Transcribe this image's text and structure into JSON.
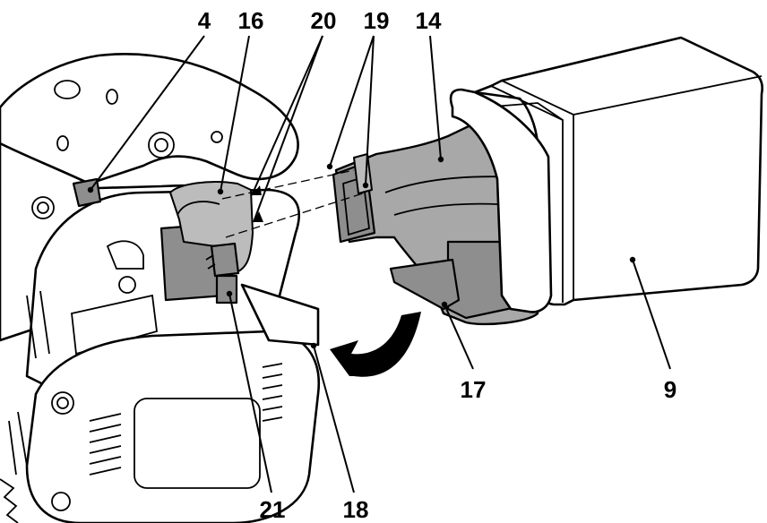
{
  "labels": {
    "part_4": "4",
    "part_16": "16",
    "part_20": "20",
    "part_19": "19",
    "part_14": "14",
    "part_9": "9",
    "part_17": "17",
    "part_21": "21",
    "part_18": "18"
  },
  "colors": {
    "ink": "#000000",
    "adapter_grey": "#a8a8a8",
    "background": "#ffffff"
  }
}
